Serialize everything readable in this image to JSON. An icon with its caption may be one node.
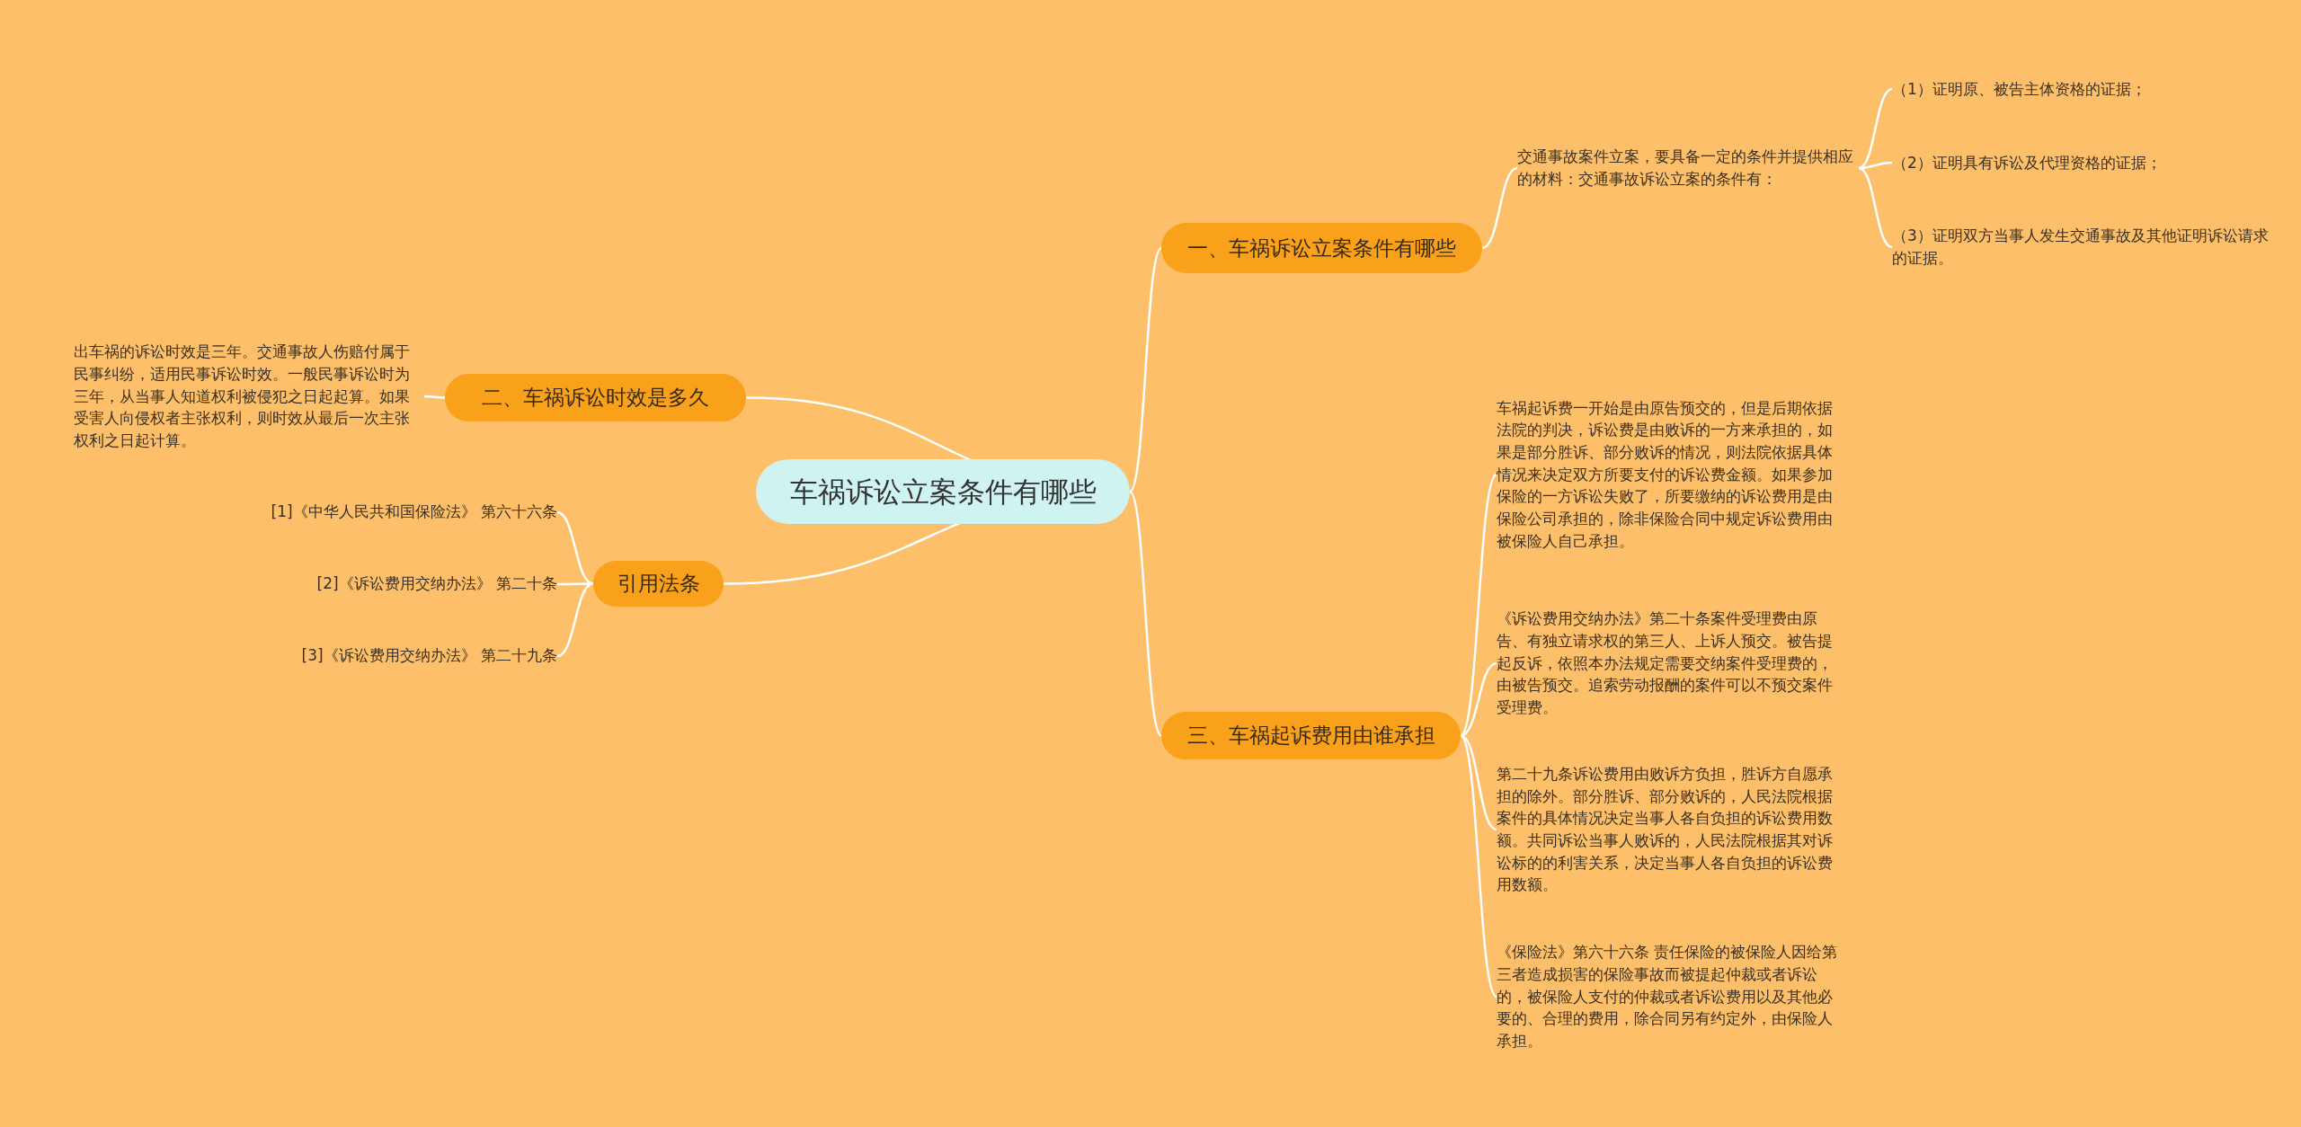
{
  "diagram": {
    "nodes": [
      {
        "text": [
          "车祸诉讼立案条件有哪些"
        ]
      },
      {
        "text": [
          "一、车祸诉讼立案条件有哪些"
        ]
      },
      {
        "text": [
          "交通事故案件立案，要具备一定的条件并提供相应的材料：交通事故诉讼立案的条件有："
        ]
      },
      {
        "text": [
          "（1）证明原、被告主体资格的证据；"
        ]
      },
      {
        "text": [
          "（2）证明具有诉讼及代理资格的证据；"
        ]
      },
      {
        "text": [
          "（3）证明双方当事人发生交通事故及其他证明诉讼请求的证据。"
        ]
      },
      {
        "text": [
          "二、车祸诉讼时效是多久"
        ]
      },
      {
        "text": [
          "出车祸的诉讼时效是三年。交通事故人伤赔付属于民事纠纷，适用民事诉讼时效。一般民事诉讼时为三年，从当事人知道权利被侵犯之日起起算。如果受害人向侵权者主张权利，则时效从最后一次主张权利之日起计算。"
        ]
      },
      {
        "text": [
          "引用法条"
        ]
      },
      {
        "text": [
          "[1]《中华人民共和国保险法》 第六十六条"
        ]
      },
      {
        "text": [
          "[2]《诉讼费用交纳办法》 第二十条"
        ]
      },
      {
        "text": [
          "[3]《诉讼费用交纳办法》 第二十九条"
        ]
      },
      {
        "text": [
          "三、车祸起诉费用由谁承担"
        ]
      },
      {
        "text": [
          "车祸起诉费一开始是由原告预交的，但是后期依据法院的判决，诉讼费是由败诉的一方来承担的，如果是部分胜诉、部分败诉的情况，则法院依据具体情况来决定双方所要支付的诉讼费金额。如果参加保险的一方诉讼失败了，所要缴纳的诉讼费用是由保险公司承担的，除非保险合同中规定诉讼费用由被保险人自己承担。"
        ]
      },
      {
        "text": [
          "《诉讼费用交纳办法》第二十条案件受理费由原告、有独立请求权的第三人、上诉人预交。被告提起反诉，依照本办法规定需要交纳案件受理费的，由被告预交。追索劳动报酬的案件可以不预交案件受理费。"
        ]
      },
      {
        "text": [
          "第二十九条诉讼费用由败诉方负担，胜诉方自愿承担的除外。部分胜诉、部分败诉的，人民法院根据案件的具体情况决定当事人各自负担的诉讼费用数额。共同诉讼当事人败诉的，人民法院根据其对诉讼标的的利害关系，决定当事人各自负担的诉讼费用数额。"
        ]
      },
      {
        "text": [
          "《保险法》第六十六条 责任保险的被保险人因给第三者造成损害的保险事故而被提起仲裁或者诉讼的，被保险人支付的仲裁或者诉讼费用以及其他必要的、合理的费用，除合同另有约定外，由保险人承担。"
        ]
      }
    ],
    "edges": [
      {
        "from": 0,
        "to": 1,
        "arrow": "none"
      },
      {
        "from": 1,
        "to": 2,
        "arrow": "none"
      },
      {
        "from": 2,
        "to": 3,
        "arrow": "none"
      },
      {
        "from": 2,
        "to": 4,
        "arrow": "none"
      },
      {
        "from": 2,
        "to": 5,
        "arrow": "none"
      },
      {
        "from": 0,
        "to": 6,
        "arrow": "none"
      },
      {
        "from": 6,
        "to": 7,
        "arrow": "none"
      },
      {
        "from": 0,
        "to": 8,
        "arrow": "none"
      },
      {
        "from": 8,
        "to": 9,
        "arrow": "none"
      },
      {
        "from": 8,
        "to": 10,
        "arrow": "none"
      },
      {
        "from": 8,
        "to": 11,
        "arrow": "none"
      },
      {
        "from": 0,
        "to": 12,
        "arrow": "none"
      },
      {
        "from": 12,
        "to": 13,
        "arrow": "none"
      },
      {
        "from": 12,
        "to": 14,
        "arrow": "none"
      },
      {
        "from": 12,
        "to": 15,
        "arrow": "none"
      },
      {
        "from": 12,
        "to": 16,
        "arrow": "none"
      }
    ]
  }
}
